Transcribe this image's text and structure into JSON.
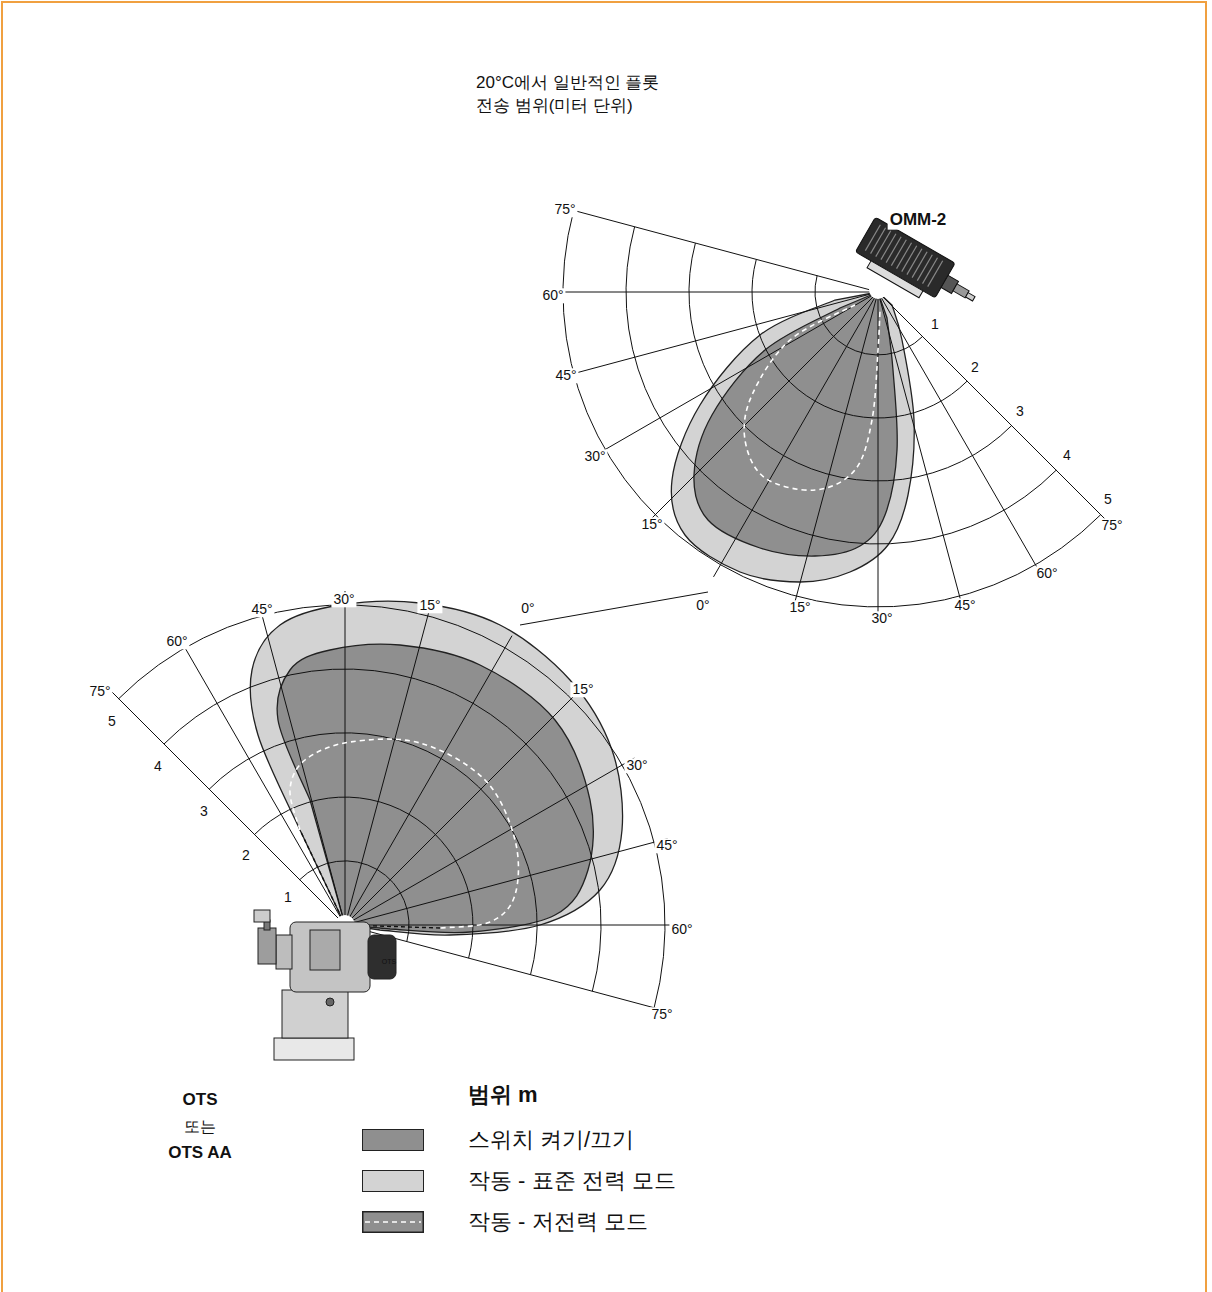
{
  "diagram": {
    "title": "20°C에서 일반적인 플롯 전송 범위(미터 단위)",
    "labels": [
      "75°",
      "60°",
      "45°",
      "30°",
      "15°",
      "1",
      "2",
      "3",
      "4",
      "5",
      "75°",
      "60°",
      "45°",
      "30°",
      "15°",
      "0°",
      "OMM-2",
      "45°",
      "30°",
      "15°",
      "0°",
      "60°",
      "75°",
      "5",
      "4",
      "3",
      "2",
      "1",
      "15°",
      "30°",
      "45°",
      "60°",
      "75°",
      "OTS",
      "또는",
      "OTS AA",
      "OTS",
      "범위 m"
    ],
    "legend": [
      {
        "text": "스위치 켜기/끄기",
        "color": "#8f8f8f"
      },
      {
        "text": "작동 - 표준 전력 모드",
        "color": "#d3d3d3"
      },
      {
        "text": "작동 - 저전력 모드"
      }
    ]
  }
}
